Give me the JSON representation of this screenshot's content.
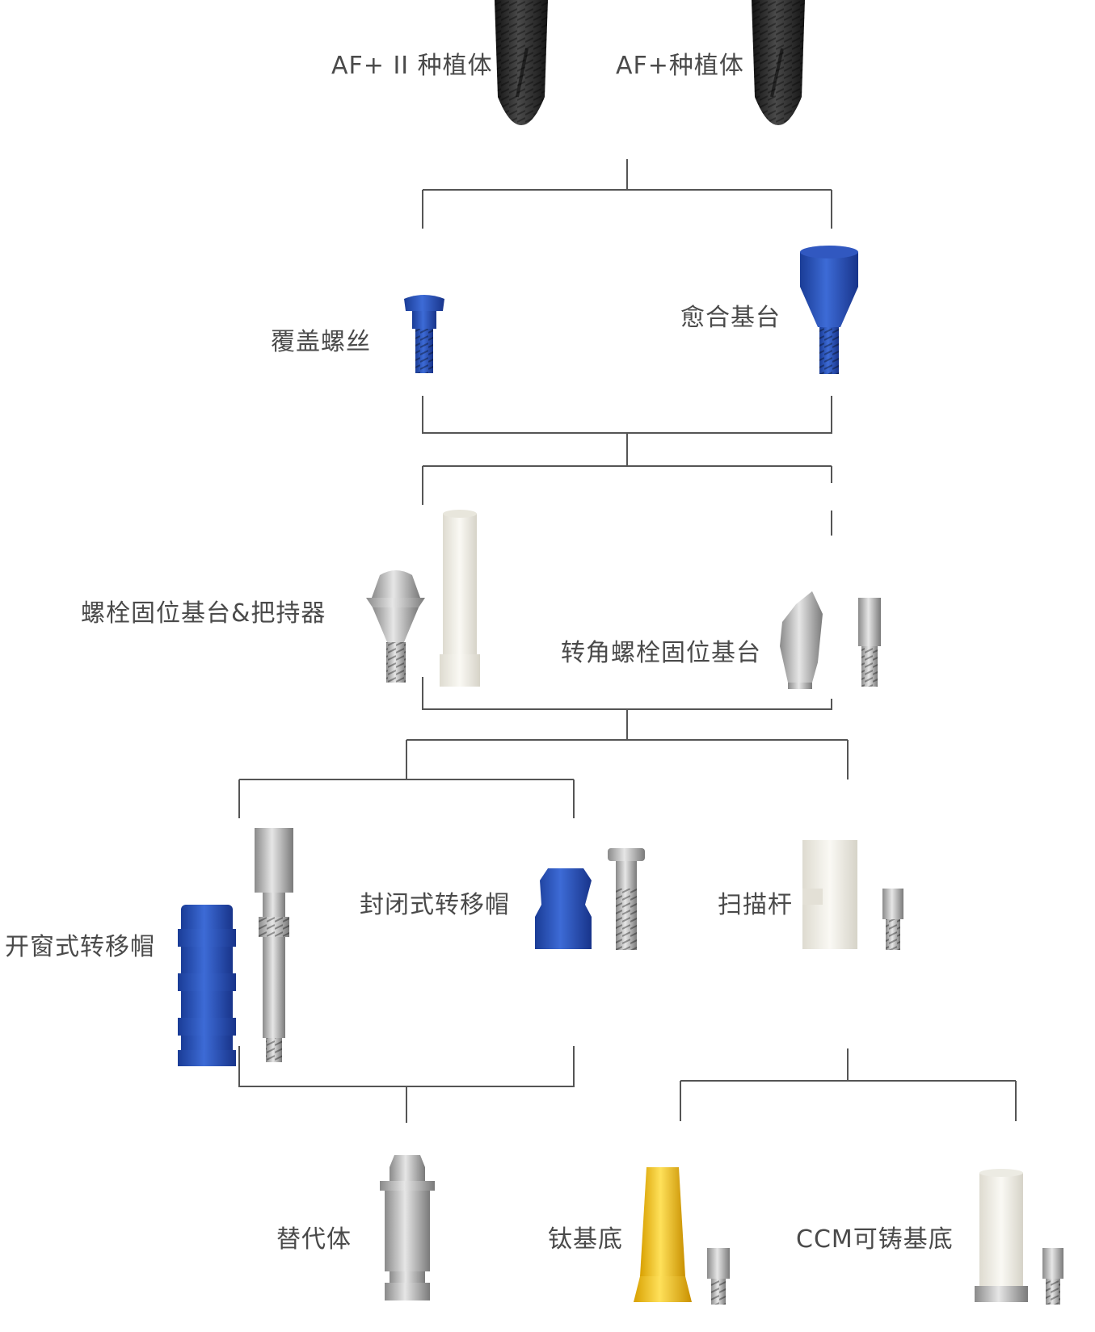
{
  "labels": {
    "af2_implant": "AF+ II 种植体",
    "af_implant": "AF+种植体",
    "cover_screw": "覆盖螺丝",
    "healing_abutment": "愈合基台",
    "screw_abutment_holder": "螺栓固位基台&把持器",
    "angled_screw_abutment": "转角螺栓固位基台",
    "open_tray_coping": "开窗式转移帽",
    "closed_tray_coping": "封闭式转移帽",
    "scan_body": "扫描杆",
    "analog": "替代体",
    "ti_base": "钛基底",
    "ccm_base": "CCM可铸基底"
  },
  "colors": {
    "line": "#555555",
    "text": "#4a4a4a",
    "implant": "#2b2b2b",
    "blue": "#2a4fb0",
    "metal": "#b8b8b8",
    "white_part": "#f0efe8",
    "gold": "#f2c200"
  }
}
